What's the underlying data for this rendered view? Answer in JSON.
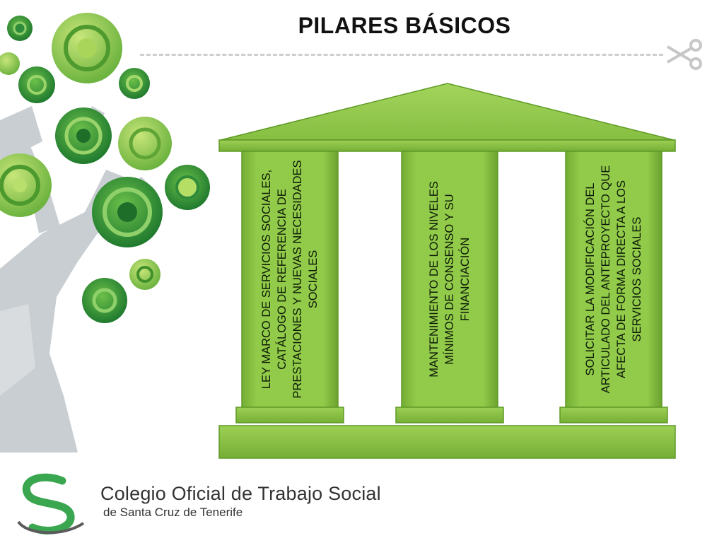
{
  "title": "PILARES BÁSICOS",
  "columns": [
    {
      "text": "LEY MARCO DE SERVICIOS SOCIALES, CATÁLOGO DE REFERENCIA DE PRESTACIONES Y NUEVAS NECESIDADES SOCIALES"
    },
    {
      "text": "MANTENIMIENTO DE LOS NIVELES MÍNIMOS DE CONSENSO Y SU FINANCIACIÓN"
    },
    {
      "text": "SOLICITAR LA MODIFICACIÓN DEL ARTICULADO DEL ANTEPROYECTO QUE AFECTA DE FORMA DIRECTA A LOS SERVICIOS SOCIALES"
    }
  ],
  "footer": {
    "org_name": "Colegio Oficial de Trabajo Social",
    "org_subtitle": "de Santa Cruz de Tenerife"
  },
  "colors": {
    "pillar_green": "#8cc63f",
    "pillar_dark": "#5a8f24",
    "tree_green": "#2e8b3a",
    "tree_light": "#8dc63f",
    "trunk_gray": "#c6cbcf",
    "logo_green": "#3aa650"
  },
  "icons": {
    "scissors": "scissors-icon",
    "logo": "colegio-logo"
  }
}
